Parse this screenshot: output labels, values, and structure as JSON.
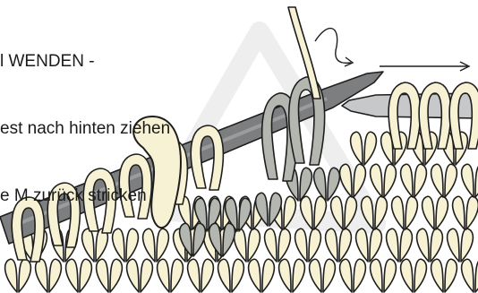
{
  "caption": {
    "line1": "l WENDEN -",
    "line2": "est nach hinten ziehen",
    "line3": "e M zurück stricken"
  },
  "colors": {
    "cream_yarn": "#f8f2d4",
    "gray_yarn": "#b4b7b0",
    "needle_dark": "#7c7e80",
    "needle_light": "#c6c8ca",
    "outline": "#1e1e1e",
    "watermark": "#eeeeee"
  },
  "icons": {
    "turn_arrow": "curved-arrow-icon",
    "direction_arrow": "right-arrow-icon"
  }
}
